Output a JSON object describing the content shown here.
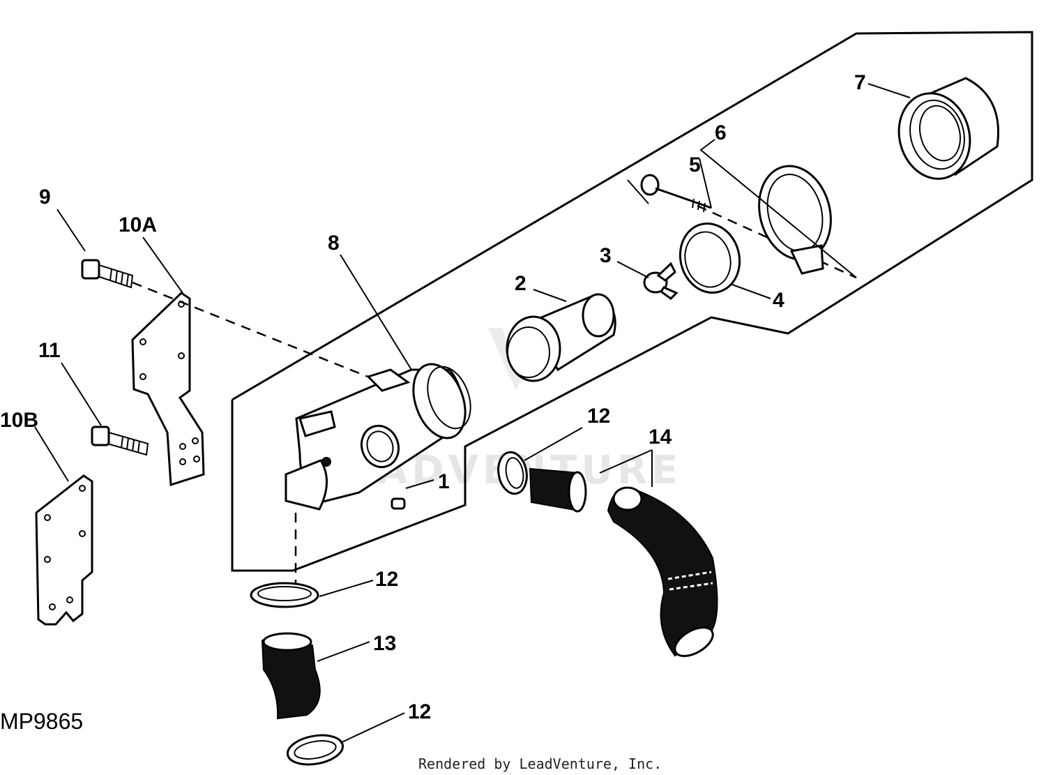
{
  "diagram": {
    "figure_code": "MP9865",
    "credit": "Rendered by LeadVenture, Inc.",
    "watermark": "LEADVENTURE",
    "callouts": {
      "c1": "1",
      "c2": "2",
      "c3": "3",
      "c4": "4",
      "c5": "5",
      "c6": "6",
      "c7": "7",
      "c8": "8",
      "c9": "9",
      "c10a": "10A",
      "c10b": "10B",
      "c11": "11",
      "c12a": "12",
      "c12b": "12",
      "c12c": "12",
      "c13": "13",
      "c14": "14"
    }
  }
}
